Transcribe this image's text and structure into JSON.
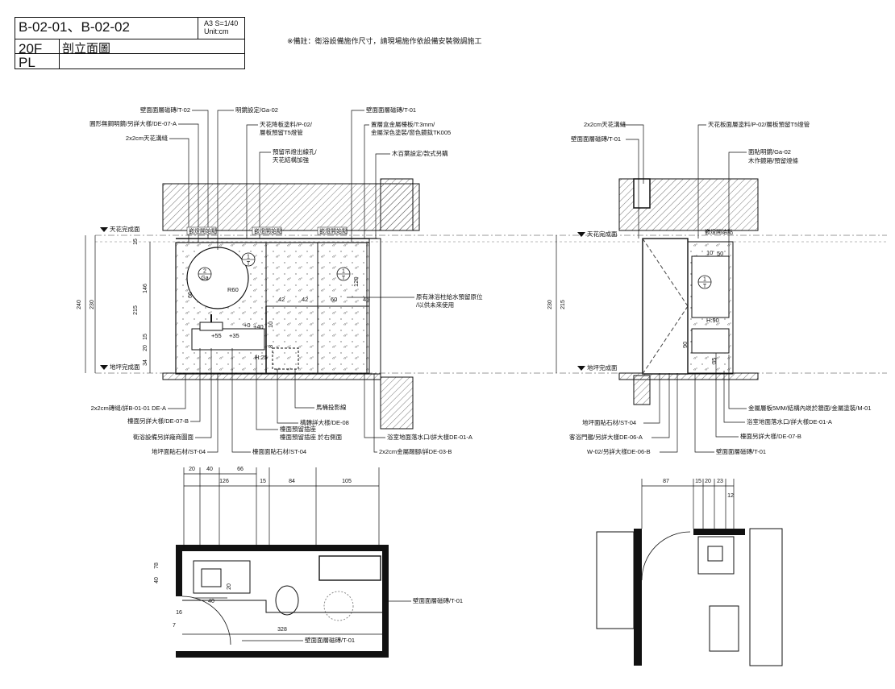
{
  "title_block": {
    "sheet_code": "B-02-01、B-02-02",
    "paper_scale": "A3 S=1/40",
    "unit": "Unit:cm",
    "floor": "20F",
    "drawing_name": "剖立面圖",
    "plan_code": "PL"
  },
  "note": "※備註：衛浴設備施作尺寸，請現場施作依設備安裝微調施工",
  "elevation_left": {
    "top_callouts": [
      "壁面面層磁磚/T-02",
      "圓形無鋼明鏡/另詳大樣/DE-07-A",
      "2x2cm天花溝縫",
      "明鏡設定/Ga-02",
      "天花降板塗料/P-02/",
      "層板預留T5燈管",
      "預留吊燈出線孔/",
      "天花結構加強",
      "壁面面層磁磚/T-01",
      "置層盒金屬檯板/T:3mm/",
      "金屬深色塗裝/窗色鏡鈦TK005",
      "木百葉設定/款式另購"
    ],
    "bottom_callouts": [
      "2x2cm磚縫/詳B-01-01 DE-A",
      "檯面另詳大樣/DE-07-B",
      "衛浴設備另詳廠商圖面",
      "地坪面貼石材/ST-04",
      "檯面面貼石材/ST-04",
      "檯面預留插座",
      "檯面預留插座 於右側面",
      "構轉詳大樣/DE-08",
      "馬桶投影線",
      "浴室地面落水口/詳大樣DE-01-A",
      "2x2cm金屬踢腳/詳DE-03-B"
    ],
    "level_labels": [
      "天花完成面",
      "地坪完成面"
    ],
    "zone_labels": [
      "嵌燈開始點",
      "嵌燈開始點",
      "嵌燈開始點"
    ],
    "inline_note_1": "原有淋浴柱給水預留原位",
    "inline_note_2": "/以供未來使用",
    "mirror_tag": {
      "num": "2",
      "code": "Ga"
    },
    "tile_tags": [
      {
        "num": "1",
        "code": "T"
      },
      {
        "num": "1",
        "code": "T"
      }
    ],
    "radius_label": "R60",
    "inner_dims": [
      "42",
      "42",
      "60",
      "45",
      "+0",
      "+40",
      "+55",
      "+35",
      "H:25",
      "10",
      "8",
      "120"
    ],
    "vertical_dims": [
      "240",
      "230",
      "15",
      "146",
      "215",
      "66",
      "15",
      "20",
      "34"
    ],
    "bottom_dims_row1": [
      "20",
      "40",
      "66"
    ],
    "bottom_dims_row2": [
      "126",
      "15",
      "84",
      "105"
    ]
  },
  "elevation_right": {
    "top_callouts": [
      "2x2cm天花溝縫",
      "壁面面層磁磚/T-01",
      "天花板面層塗料/P-02/層板預留T5燈管",
      "面貼明鏡/Ga-02",
      "木作鏡箱/預留燈條"
    ],
    "bottom_callouts": [
      "地坪面貼石材/ST-04",
      "客浴門艦/另詳大樣DE-06-A",
      "W-02/另詳大樣DE-06-B",
      "金屬層板5MM/結構內崁於牆面/金屬塗裝/M-01",
      "浴室地面落水口/詳大樣DE-01-A",
      "檯面另詳大樣/DE-07-B",
      "壁面面層磁磚/T-01"
    ],
    "level_labels": [
      "天花完成面",
      "地坪完成面"
    ],
    "zone_label": "嵌燈開始點",
    "tile_tag": {
      "num": "1",
      "code": "T"
    },
    "inner_dims": [
      "10",
      "50",
      "H:90",
      "90",
      "35"
    ],
    "vertical_dims": [
      "230",
      "215"
    ],
    "bottom_dims": [
      "87",
      "15",
      "20",
      "23",
      "12"
    ]
  },
  "plan_left": {
    "callout_1": "壁面面層磁磚/T-01",
    "callout_2": "壁面面層磁磚/T-01",
    "dims": [
      "78",
      "40",
      "20",
      "40",
      "16",
      "7",
      "328"
    ]
  }
}
